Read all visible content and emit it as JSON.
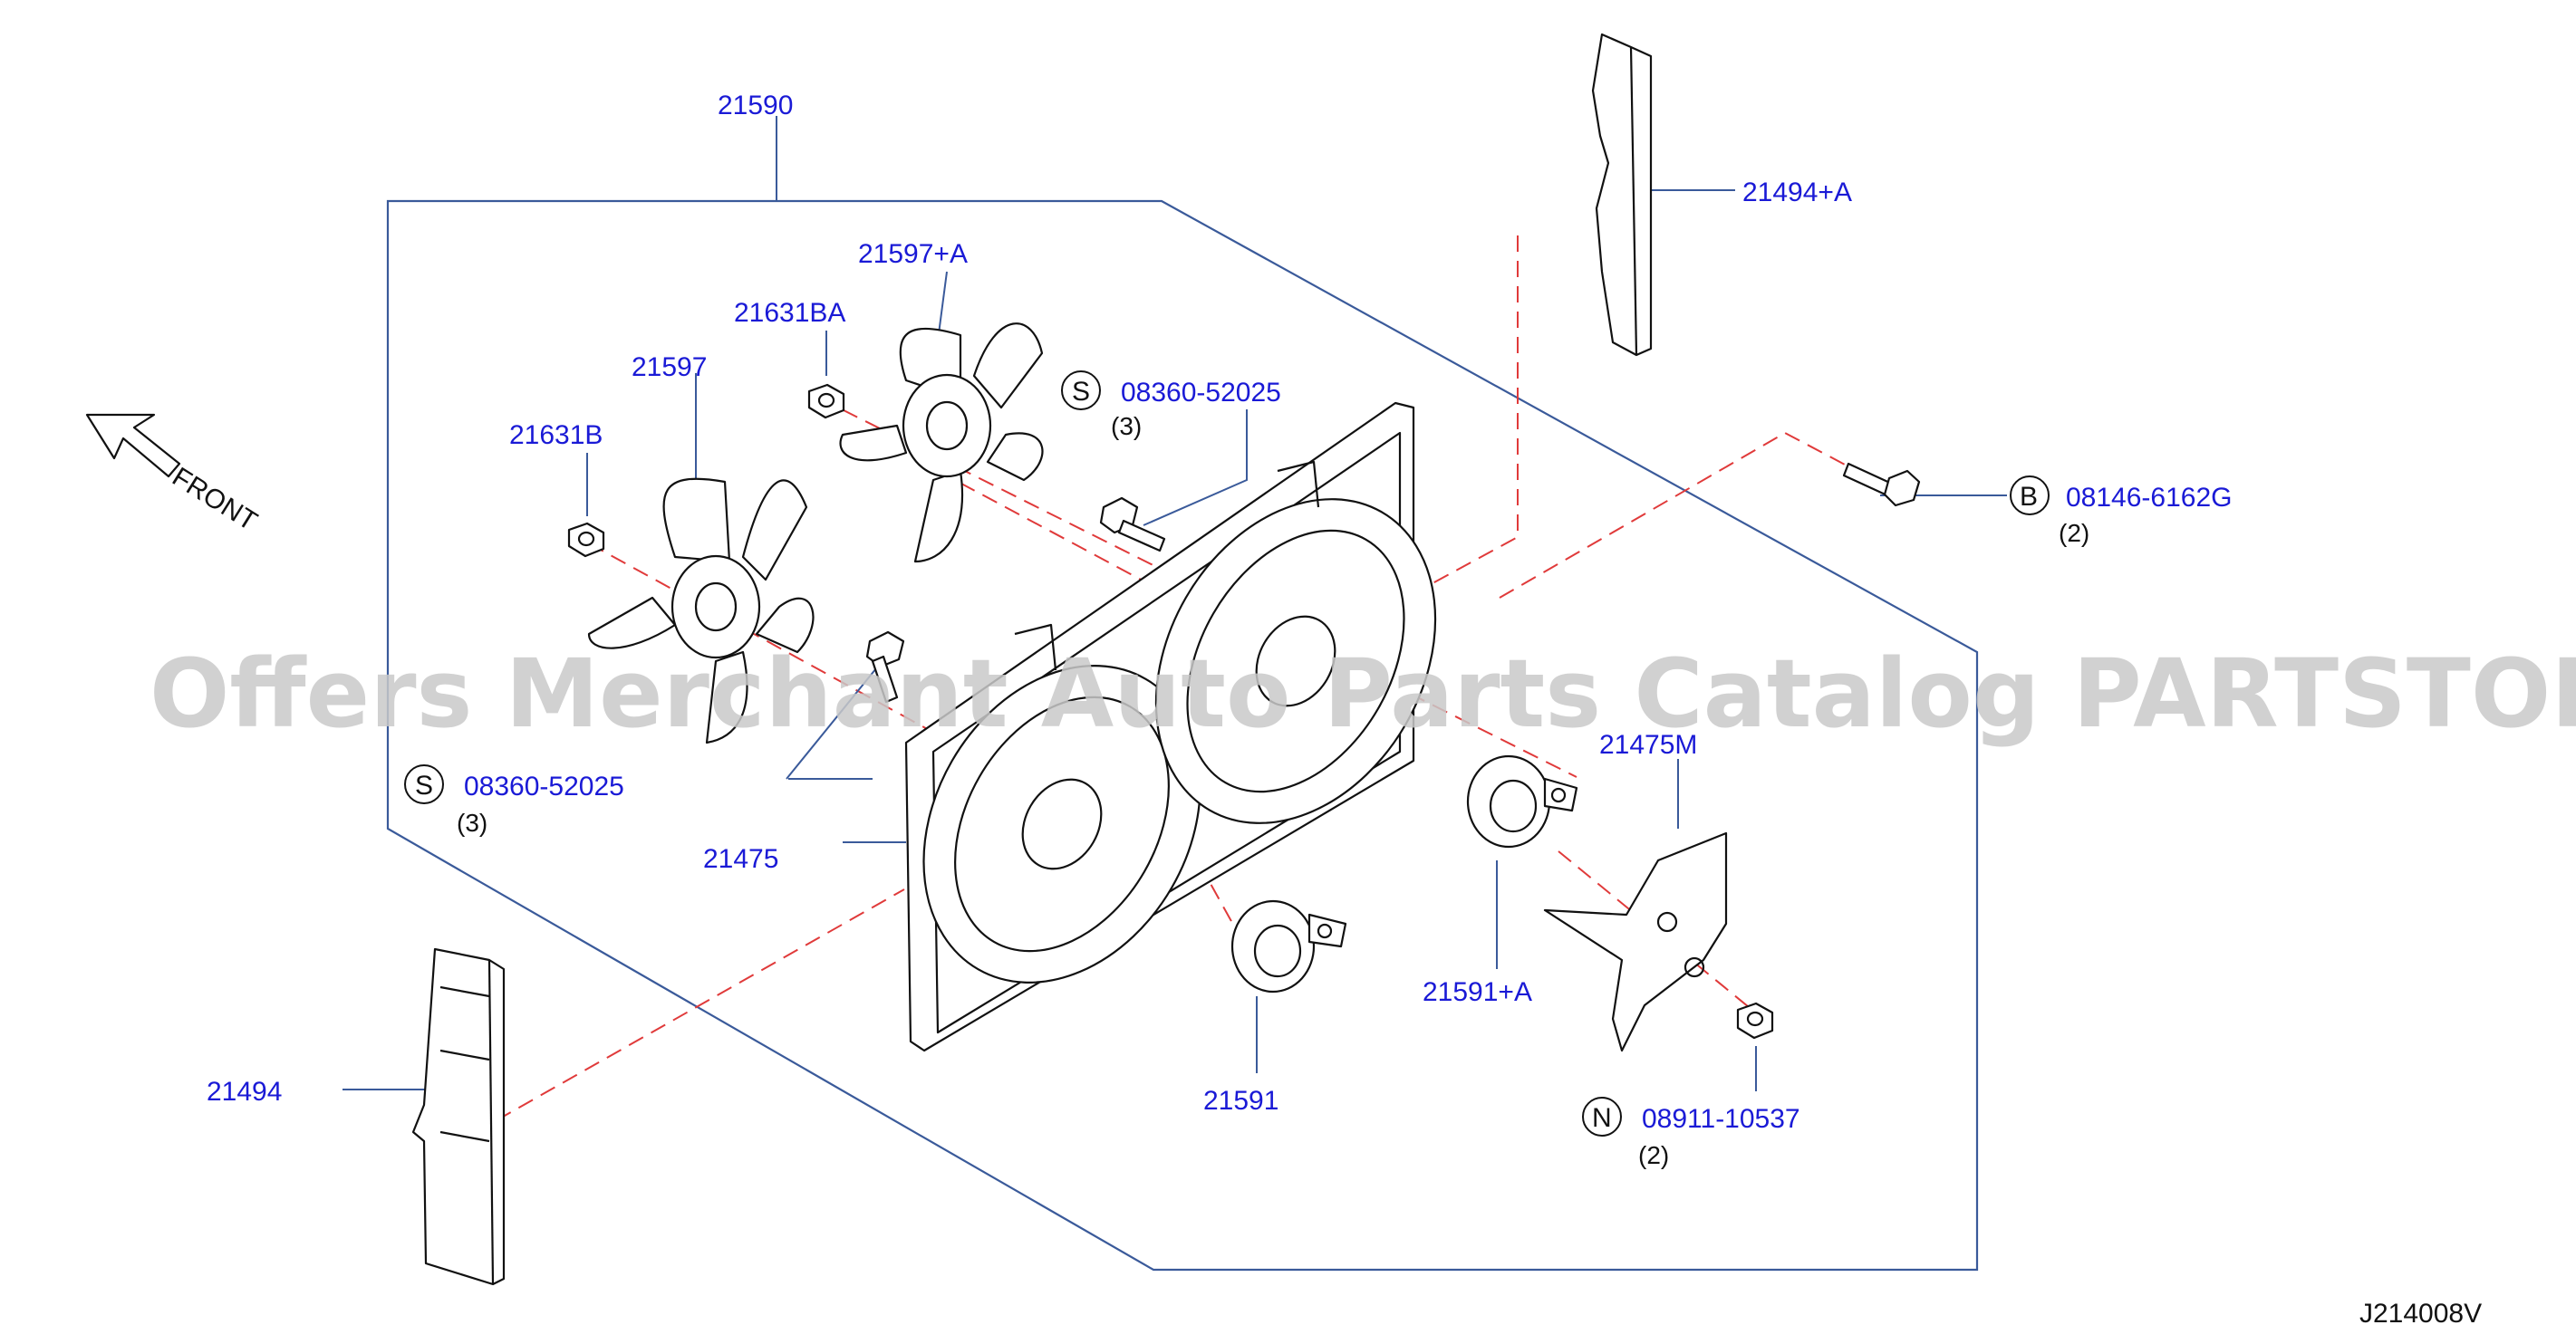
{
  "diagram": {
    "watermark": "Offers Merchant Auto Parts Catalog PARTSTORE.SA",
    "reference_code": "J214008V",
    "direction_label": "FRONT",
    "colors": {
      "part_number": "#1a1ad6",
      "callout_line": "#3a5a9a",
      "dashed_line": "#e03a3a",
      "outline": "#111111",
      "watermark": "#c9c9c9"
    },
    "parts": {
      "p21590": "21590",
      "p21494A": "21494+A",
      "p21597A": "21597+A",
      "p21631BA": "21631BA",
      "p21597": "21597",
      "p21631B": "21631B",
      "p21475M": "21475M",
      "p21475": "21475",
      "p21591A": "21591+A",
      "p21591": "21591",
      "p21494": "21494"
    },
    "fasteners": {
      "s_top": {
        "symbol": "S",
        "number": "08360-52025",
        "qty": "(3)"
      },
      "s_left": {
        "symbol": "S",
        "number": "08360-52025",
        "qty": "(3)"
      },
      "b_right": {
        "symbol": "B",
        "number": "08146-6162G",
        "qty": "(2)"
      },
      "n_bottom": {
        "symbol": "N",
        "number": "08911-10537",
        "qty": "(2)"
      }
    }
  }
}
